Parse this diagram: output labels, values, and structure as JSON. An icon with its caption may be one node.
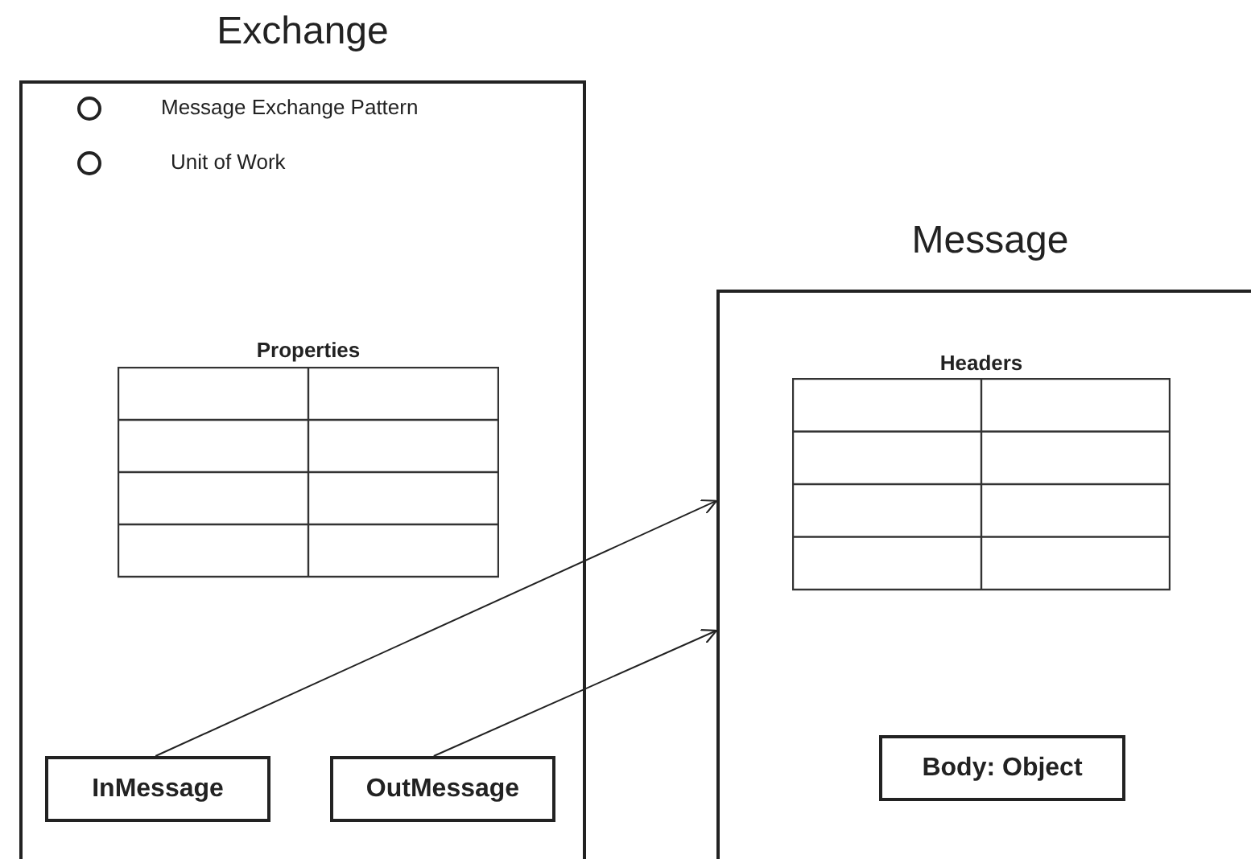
{
  "diagram": {
    "nodes": [
      {
        "text": [
          "Exchange"
        ]
      },
      {
        "text": [],
        "shape": "circle",
        "in": 0,
        "beside": [
          "Message Exchange Pattern"
        ]
      },
      {
        "text": [],
        "shape": "circle",
        "in": 0,
        "beside": [
          "Unit of Work"
        ]
      },
      {
        "text": [
          "Properties"
        ],
        "in": 0
      },
      {
        "text": [
          "InMessage"
        ],
        "in": 0
      },
      {
        "text": [
          "OutMessage"
        ],
        "in": 0
      },
      {
        "text": [
          "Message"
        ]
      },
      {
        "text": [
          "Headers"
        ],
        "in": 6
      },
      {
        "text": [
          "Body: Object"
        ],
        "in": 6
      }
    ],
    "edges": [
      {
        "from": 4,
        "to": 6,
        "arrow": "to"
      },
      {
        "from": 5,
        "to": 6,
        "arrow": "to"
      }
    ]
  }
}
